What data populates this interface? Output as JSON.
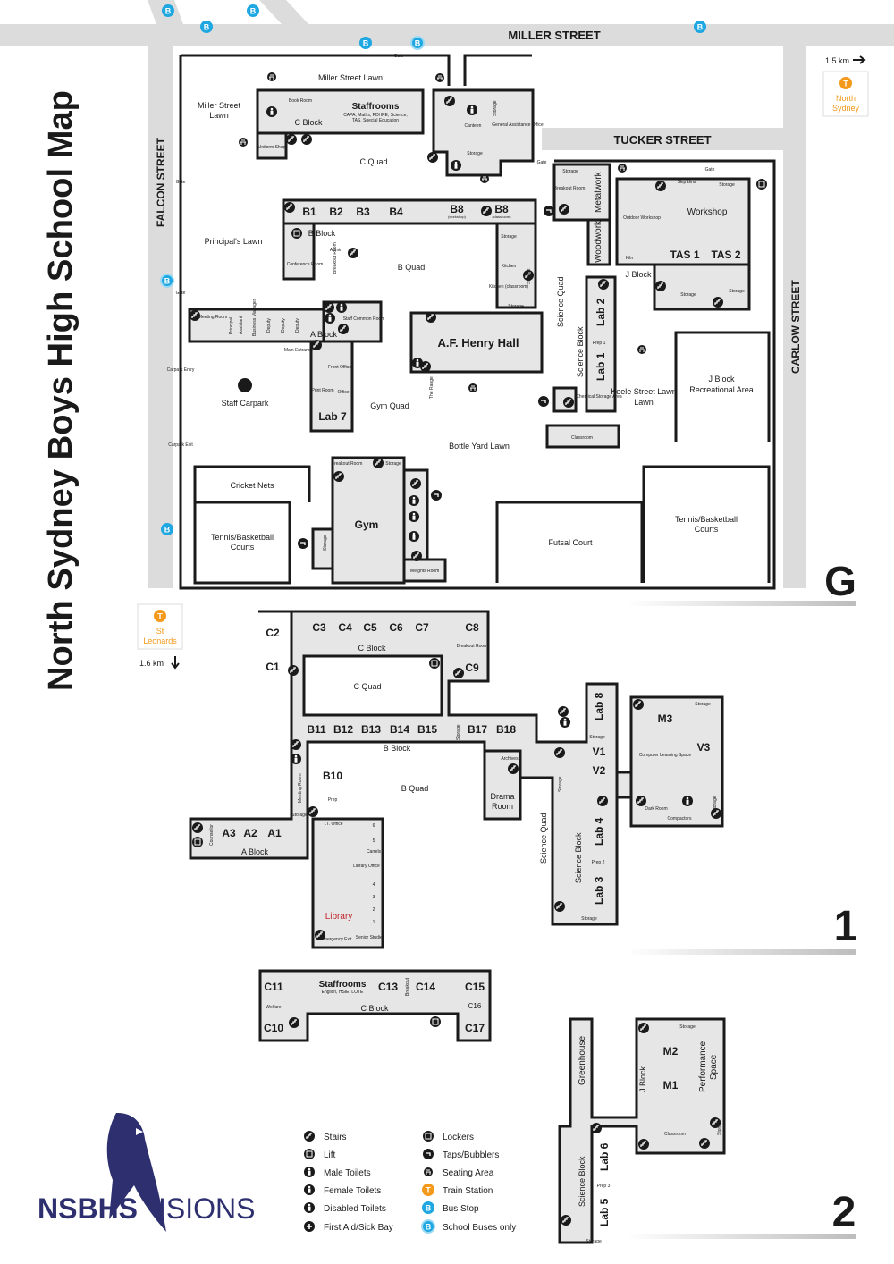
{
  "title": "North Sydney Boys High School Map",
  "streets": {
    "miller": "MILLER STREET",
    "tucker": "TUCKER STREET",
    "falcon": "FALCON STREET",
    "carlow": "CARLOW STREET"
  },
  "stations": {
    "north_sydney": {
      "line1": "North",
      "line2": "Sydney",
      "distance": "1.5 km"
    },
    "st_leonards": {
      "line1": "St",
      "line2": "Leonards",
      "distance": "1.6 km"
    }
  },
  "levels": {
    "ground": "G",
    "first": "1",
    "second": "2"
  },
  "ground": {
    "gates": [
      "Gate",
      "Gate",
      "Gate",
      "Gate"
    ],
    "miller_lawn_top": "Miller Street Lawn",
    "miller_lawn_left_1": "Miller Street",
    "miller_lawn_left_2": "Lawn",
    "book_room": "Book Room",
    "staffrooms_title": "Staffrooms",
    "staffrooms_sub1": "CAPA, Maths, PDHPE, Science,",
    "staffrooms_sub2": "TAS, Special Education",
    "c_block": "C Block",
    "uniform_shop": "Uniform Shop",
    "canteen": "Canteen",
    "storage": "Storage",
    "general_assistance": "General Assistance Office",
    "c_quad": "C Quad",
    "b_rooms": [
      "B1",
      "B2",
      "B3",
      "B4"
    ],
    "b8_workshop": "B8",
    "b8_workshop_sub": "(workshop)",
    "b8_classroom": "B8",
    "b8_classroom_sub": "(classroom)",
    "b_block": "B Block",
    "b_quad": "B Quad",
    "principals_lawn": "Principal's Lawn",
    "conference_room": "Conference Room",
    "breakout_room": "Breakout Room",
    "kitchen": "Kitchen",
    "kitchen_classroom": "Kitchen (classroom)",
    "admin": "Admin",
    "meeting_room": "Meeting Room",
    "principal": "Principal",
    "assistant": "Assistant",
    "business_manager": "Business Manager",
    "deputy": "Deputy",
    "a_block": "A Block",
    "staff_common": "Staff Common Room",
    "main_entrance": "Main Entrance",
    "front_office": "Front Office",
    "print_room": "Print Room",
    "office": "Office",
    "lab7": "Lab 7",
    "af_henry_hall": "A.F. Henry Hall",
    "the_range": "The Range",
    "gym_quad": "Gym Quad",
    "staff_carpark": "Staff Carpark",
    "carpark_entry": "Carpark Entry",
    "carpark_exit": "Carpark Exit",
    "bottle_yard_lawn": "Bottle Yard Lawn",
    "cricket_nets": "Cricket Nets",
    "tennis_left": "Tennis/Basketball Courts",
    "gym": "Gym",
    "weights_room": "Weights Room",
    "futsal_court": "Futsal Court",
    "tennis_right": "Tennis/Basketball Courts",
    "metalwork": "Metalwork",
    "woodwork": "Woodwork",
    "outdoor_workshop": "Outdoor Workshop",
    "kiln": "Kiln",
    "skip_bins": "Skip Bins",
    "workshop": "Workshop",
    "tas1": "TAS 1",
    "tas2": "TAS 2",
    "j_block": "J Block",
    "science_quad": "Science Quad",
    "science_block": "Science Block",
    "lab1": "Lab 1",
    "lab2": "Lab 2",
    "prep1": "Prep 1",
    "chemical_storage": "Chemical Storage Area",
    "classroom": "Classroom",
    "keele_lawn": "Keele Street Lawn",
    "j_block_rec": "J Block Recreational Area"
  },
  "first": {
    "c_rooms": [
      "C3",
      "C4",
      "C5",
      "C6",
      "C7"
    ],
    "c2": "C2",
    "c1": "C1",
    "c8": "C8",
    "c9": "C9",
    "c_block": "C Block",
    "breakout_room": "Breakout Room",
    "c_quad": "C Quad",
    "b_rooms": [
      "B11",
      "B12",
      "B13",
      "B14",
      "B15"
    ],
    "b17": "B17",
    "b18": "B18",
    "storage": "Storage",
    "b_block": "B Block",
    "archives": "Archives",
    "drama_room": "Drama Room",
    "b10": "B10",
    "prep": "Prep",
    "meeting_room": "Meeting Room",
    "b_quad": "B Quad",
    "a_rooms": [
      "A3",
      "A2",
      "A1"
    ],
    "counsellor": "Counsellor",
    "a_block": "A Block",
    "it_office": "I.T. Office",
    "library": "Library",
    "library_office": "Library Office",
    "emergency_exit": "Emergency Exit",
    "senior_studies": "Senior Studies",
    "carrels": [
      "6",
      "5",
      "Carrels",
      "4",
      "3",
      "2",
      "1"
    ],
    "lab8": "Lab 8",
    "v1": "V1",
    "v2": "V2",
    "m3": "M3",
    "v3": "V3",
    "computer_learning": "Computer Learning Space",
    "dark_room": "Dark Room",
    "compactors": "Compactors",
    "science_quad": "Science Quad",
    "science_block": "Science Block",
    "lab4": "Lab 4",
    "lab3": "Lab 3",
    "prep2": "Prep 2"
  },
  "second": {
    "c11": "C11",
    "c10": "C10",
    "c13": "C13",
    "c14": "C14",
    "c15": "C15",
    "c16": "C16",
    "c17": "C17",
    "welfare": "Welfare",
    "staffrooms_title": "Staffrooms",
    "staffrooms_sub": "English, HSIE, LOTE",
    "breakout": "Breakout",
    "c_block": "C Block",
    "greenhouse": "Greenhouse",
    "storage": "Storage",
    "m2": "M2",
    "m1": "M1",
    "performance_space": "Performance Space",
    "j_block": "J Block",
    "classroom": "Classroom",
    "science_block": "Science Block",
    "lab6": "Lab 6",
    "lab5": "Lab 5",
    "prep3": "Prep 3"
  },
  "logo": {
    "text_left": "NSBHS",
    "text_right": "ISIONS"
  },
  "legend": {
    "col1": [
      "Stairs",
      "Lift",
      "Male Toilets",
      "Female Toilets",
      "Disabled Toilets",
      "First Aid/Sick Bay"
    ],
    "col2": [
      "Lockers",
      "Taps/Bubblers",
      "Seating Area",
      "Train Station",
      "Bus Stop",
      "School Buses only"
    ]
  },
  "colors": {
    "building": "#e6e6e6",
    "road": "#dcdcdc",
    "outline": "#1a1a1a",
    "bus": "#1ea7e1",
    "train": "#f39a1d",
    "logo": "#2e2f6e",
    "library": "#c0272d"
  }
}
